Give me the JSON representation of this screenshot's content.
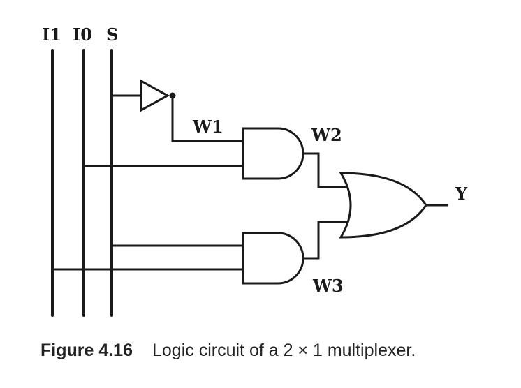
{
  "diagram": {
    "input_labels": {
      "i1": "I1",
      "i0": "I0",
      "s": "S"
    },
    "wire_labels": {
      "w1": "W1",
      "w2": "W2",
      "w3": "W3"
    },
    "output_label": "Y",
    "gates": [
      "not-gate",
      "and-gate",
      "and-gate",
      "or-gate"
    ]
  },
  "caption": {
    "number": "Figure 4.16",
    "text": "Logic circuit of a 2 × 1 multiplexer."
  }
}
